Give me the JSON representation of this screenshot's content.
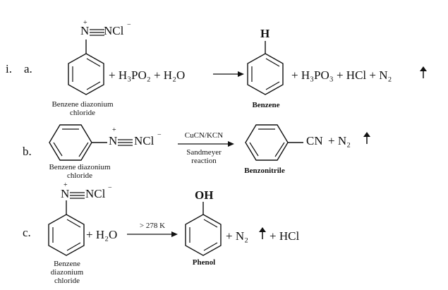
{
  "markers": {
    "part": "i.",
    "a": "a.",
    "b": "b.",
    "c": "c."
  },
  "reaction_a": {
    "reactant_substituent": "N",
    "reactant_plus": "+",
    "reactant_triple_tail": "NCl",
    "reactant_minus": "−",
    "reactant_label_line1": "Benzene diazonium",
    "reactant_label_line2": "chloride",
    "reagents": "+ H₃PO₂ + H₂O",
    "product_substituent": "H",
    "product_label": "Benzene",
    "byproducts_text": "+ H₃PO₃ + HCl + N₂"
  },
  "reaction_b": {
    "reactant_substituent": "N",
    "reactant_plus": "+",
    "reactant_triple_tail": "NCl",
    "reactant_minus": "−",
    "reactant_label_line1": "Benzene diazonium",
    "reactant_label_line2": "chloride",
    "arrow_above": "CuCN/KCN",
    "arrow_below_line1": "Sandmeyer",
    "arrow_below_line2": "reaction",
    "product_substituent": "CN",
    "product_label": "Benzonitrile",
    "byproducts_text": "+ N₂"
  },
  "reaction_c": {
    "reactant_substituent": "N",
    "reactant_plus": "+",
    "reactant_triple_tail": "NCl",
    "reactant_minus": "−",
    "reactant_label_line1": "Benzene",
    "reactant_label_line2": "diazonium",
    "reactant_label_line3": "chloride",
    "reagents": "+ H₂O",
    "arrow_above": "> 278 K",
    "product_substituent": "OH",
    "product_label": "Phenol",
    "byproducts_text": "+ N₂",
    "byproducts_tail": "+ HCl"
  }
}
